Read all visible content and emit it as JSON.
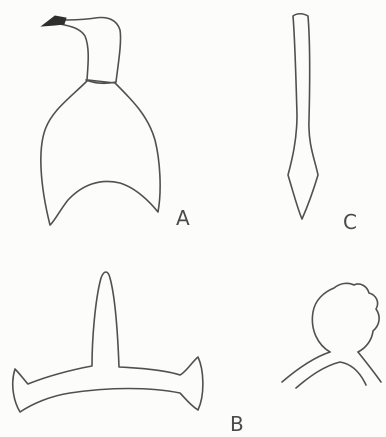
{
  "figure": {
    "labels": {
      "a": "A",
      "b": "B",
      "c": "C"
    },
    "colors": {
      "stroke": "#505050",
      "background": "#fcfcfb"
    }
  }
}
